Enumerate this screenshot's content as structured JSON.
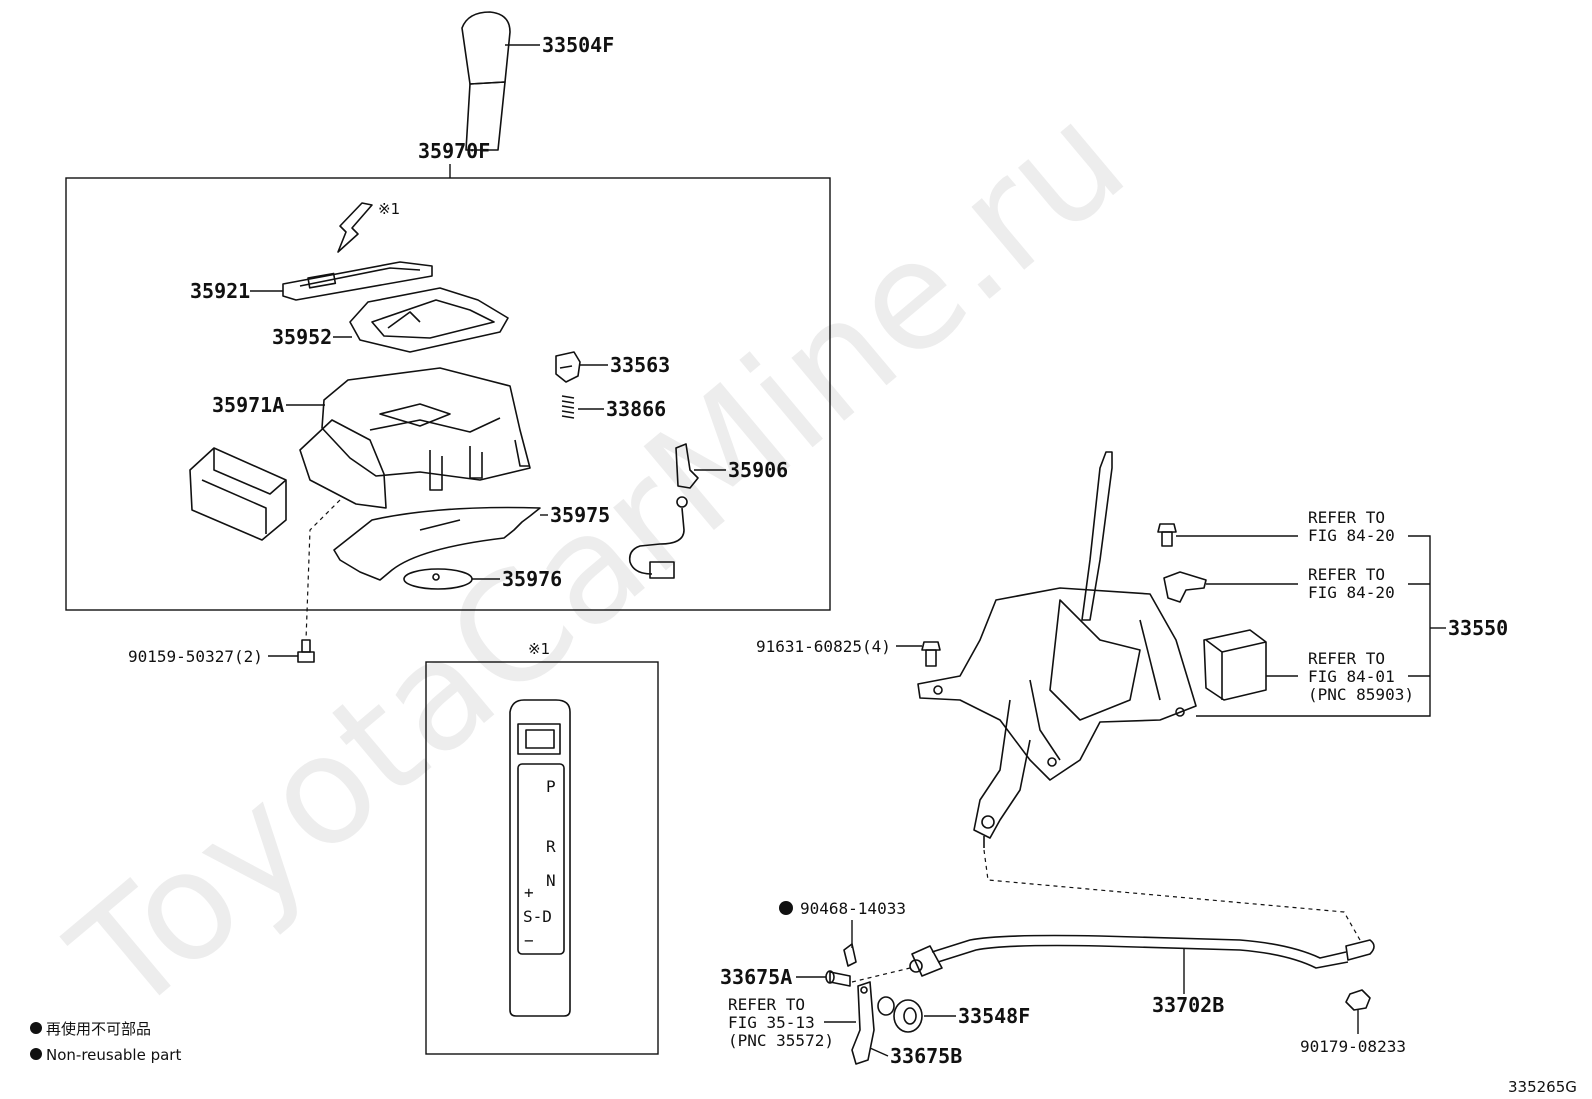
{
  "watermark": "ToyotaCarMine.ru",
  "diagram_code": "335265G",
  "legend": {
    "line1": "再使用不可部品",
    "line2": "Non-reusable part"
  },
  "inset": {
    "mark": "※1",
    "gear_p": "P",
    "gear_r": "R",
    "gear_n": "N",
    "gear_plus": "+",
    "gear_sd": "S-D",
    "gear_minus": "−"
  },
  "callouts": {
    "arrow_mark": "※1",
    "p33504F": "33504F",
    "p35970F": "35970F",
    "p35921": "35921",
    "p35952": "35952",
    "p33563": "33563",
    "p33866": "33866",
    "p35971A": "35971A",
    "p35906": "35906",
    "p35975": "35975",
    "p35976": "35976",
    "p90159": "90159-50327(2)",
    "p91631": "91631-60825(4)",
    "p33550": "33550",
    "p90468": "90468-14033",
    "p33675A": "33675A",
    "p33548F": "33548F",
    "p33702B": "33702B",
    "p33675B": "33675B",
    "p90179": "90179-08233"
  },
  "references": [
    {
      "line1": "REFER TO",
      "line2": "FIG 84-20",
      "line3": ""
    },
    {
      "line1": "REFER TO",
      "line2": "FIG 84-20",
      "line3": ""
    },
    {
      "line1": "REFER TO",
      "line2": "FIG 84-01",
      "line3": "(PNC 85903)"
    },
    {
      "line1": "REFER TO",
      "line2": "FIG 35-13",
      "line3": "(PNC 35572)"
    }
  ]
}
